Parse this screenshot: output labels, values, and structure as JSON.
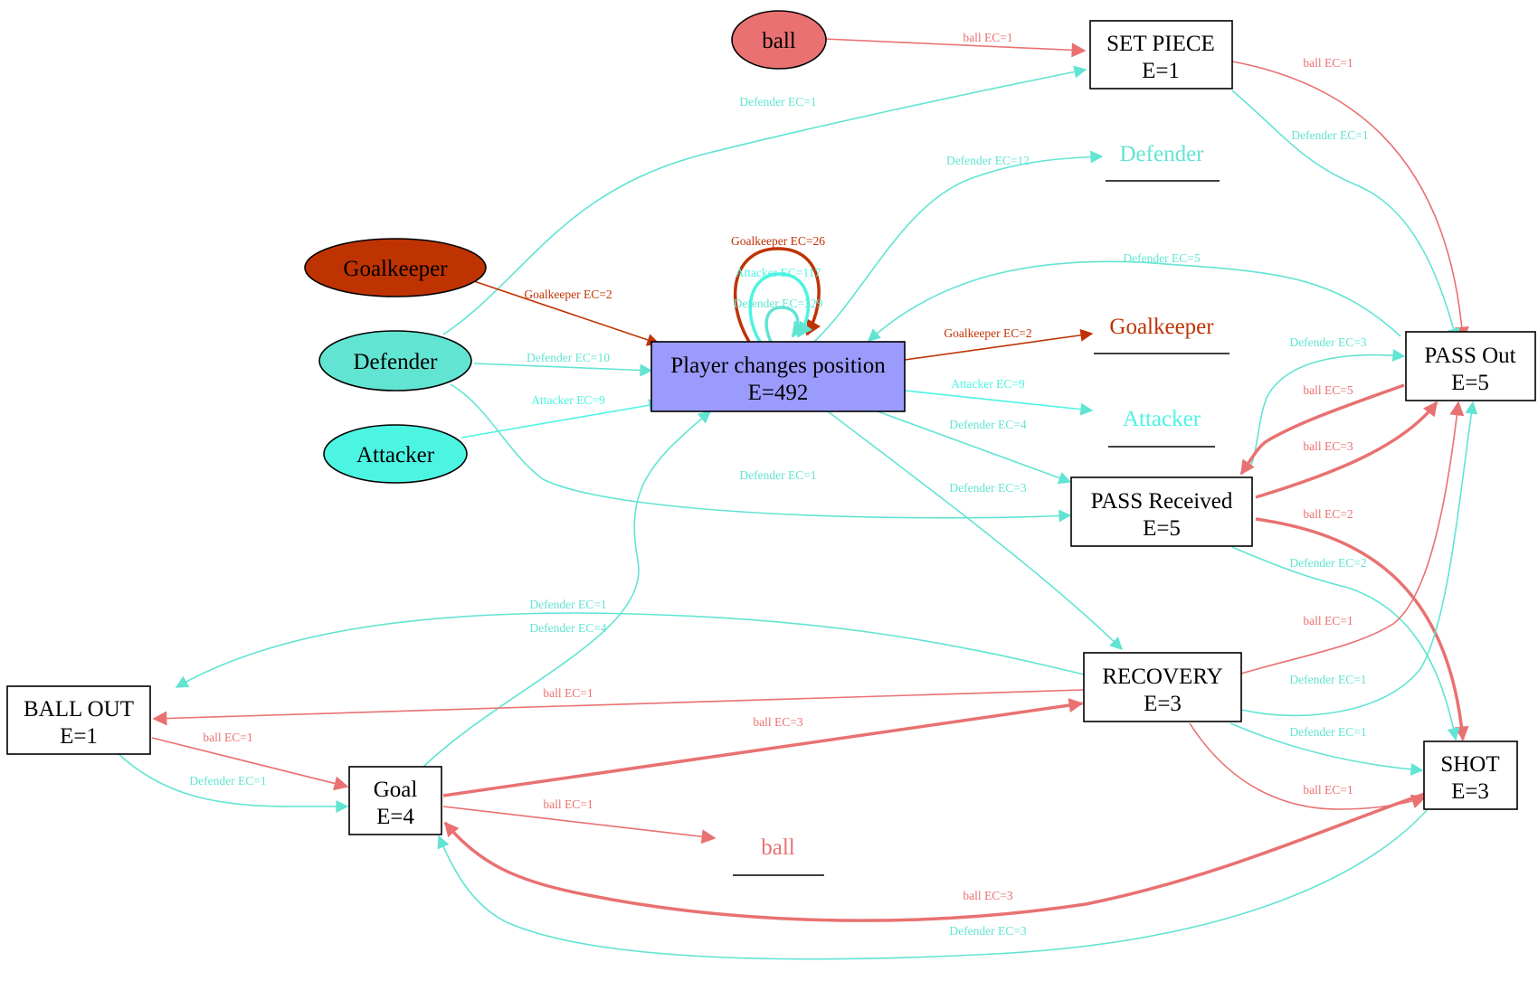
{
  "colors": {
    "ball": "#e97171",
    "defender": "#62e4d3",
    "attacker": "#4cf5e2",
    "goalkeeper": "#bf3303",
    "process": "#9b9bfe",
    "edge_red": "#e97171",
    "edge_cyan": "#62e4d3",
    "edge_orange": "#bf3303"
  },
  "actors": [
    {
      "id": "ball",
      "label": "ball",
      "color": "ball"
    },
    {
      "id": "goalkeeper",
      "label": "Goalkeeper",
      "color": "goalkeeper"
    },
    {
      "id": "defender",
      "label": "Defender",
      "color": "defender"
    },
    {
      "id": "attacker",
      "label": "Attacker",
      "color": "attacker"
    }
  ],
  "activities": [
    {
      "id": "set_piece",
      "name": "SET PIECE",
      "count": "E=1"
    },
    {
      "id": "player_changes_position",
      "name": "Player changes position",
      "count": "E=492"
    },
    {
      "id": "pass_out",
      "name": "PASS Out",
      "count": "E=5"
    },
    {
      "id": "pass_received",
      "name": "PASS Received",
      "count": "E=5"
    },
    {
      "id": "recovery",
      "name": "RECOVERY",
      "count": "E=3"
    },
    {
      "id": "ball_out",
      "name": "BALL OUT",
      "count": "E=1"
    },
    {
      "id": "goal",
      "name": "Goal",
      "count": "E=4"
    },
    {
      "id": "shot",
      "name": "SHOT",
      "count": "E=3"
    }
  ],
  "sinks": [
    {
      "id": "sink_defender",
      "label": "Defender",
      "color": "defender"
    },
    {
      "id": "sink_goalkeeper",
      "label": "Goalkeeper",
      "color": "goalkeeper"
    },
    {
      "id": "sink_attacker",
      "label": "Attacker",
      "color": "attacker"
    },
    {
      "id": "sink_ball",
      "label": "ball",
      "color": "ball"
    }
  ],
  "edges": [
    {
      "id": "e1",
      "label": "ball EC=1",
      "color": "edge_red"
    },
    {
      "id": "e2",
      "label": "Defender EC=1",
      "color": "edge_cyan"
    },
    {
      "id": "e3",
      "label": "ball EC=1",
      "color": "edge_red"
    },
    {
      "id": "e4",
      "label": "Defender EC=1",
      "color": "edge_cyan"
    },
    {
      "id": "e5",
      "label": "Defender EC=12",
      "color": "edge_cyan"
    },
    {
      "id": "e6",
      "label": "Goalkeeper EC=26",
      "color": "edge_orange"
    },
    {
      "id": "e7",
      "label": "Attacker EC=117",
      "color": "edge_cyan"
    },
    {
      "id": "e8",
      "label": "Defender EC=329",
      "color": "edge_cyan"
    },
    {
      "id": "e9",
      "label": "Defender EC=5",
      "color": "edge_cyan"
    },
    {
      "id": "e10",
      "label": "Goalkeeper EC=2",
      "color": "edge_orange"
    },
    {
      "id": "e11",
      "label": "Goalkeeper EC=2",
      "color": "edge_orange"
    },
    {
      "id": "e12",
      "label": "Defender EC=10",
      "color": "edge_cyan"
    },
    {
      "id": "e13",
      "label": "Attacker EC=9",
      "color": "edge_cyan"
    },
    {
      "id": "e14",
      "label": "Attacker EC=9",
      "color": "edge_cyan"
    },
    {
      "id": "e15",
      "label": "Defender EC=3",
      "color": "edge_cyan"
    },
    {
      "id": "e16",
      "label": "ball EC=5",
      "color": "edge_red"
    },
    {
      "id": "e17",
      "label": "ball EC=3",
      "color": "edge_red"
    },
    {
      "id": "e18",
      "label": "Defender EC=4",
      "color": "edge_cyan"
    },
    {
      "id": "e19",
      "label": "Defender EC=1",
      "color": "edge_cyan"
    },
    {
      "id": "e20",
      "label": "Defender EC=3",
      "color": "edge_cyan"
    },
    {
      "id": "e21",
      "label": "ball EC=2",
      "color": "edge_red"
    },
    {
      "id": "e22",
      "label": "Defender EC=2",
      "color": "edge_cyan"
    },
    {
      "id": "e23",
      "label": "Defender EC=1",
      "color": "edge_cyan"
    },
    {
      "id": "e24",
      "label": "Defender EC=4",
      "color": "edge_cyan"
    },
    {
      "id": "e25",
      "label": "ball EC=1",
      "color": "edge_red"
    },
    {
      "id": "e26",
      "label": "Defender EC=1",
      "color": "edge_cyan"
    },
    {
      "id": "e27",
      "label": "ball EC=1",
      "color": "edge_red"
    },
    {
      "id": "e28",
      "label": "Defender EC=1",
      "color": "edge_cyan"
    },
    {
      "id": "e29",
      "label": "ball EC=1",
      "color": "edge_red"
    },
    {
      "id": "e30",
      "label": "ball EC=1",
      "color": "edge_red"
    },
    {
      "id": "e31",
      "label": "Defender EC=1",
      "color": "edge_cyan"
    },
    {
      "id": "e32",
      "label": "ball EC=3",
      "color": "edge_red"
    },
    {
      "id": "e33",
      "label": "ball EC=1",
      "color": "edge_red"
    },
    {
      "id": "e34",
      "label": "ball EC=3",
      "color": "edge_red"
    },
    {
      "id": "e35",
      "label": "Defender EC=3",
      "color": "edge_cyan"
    }
  ]
}
